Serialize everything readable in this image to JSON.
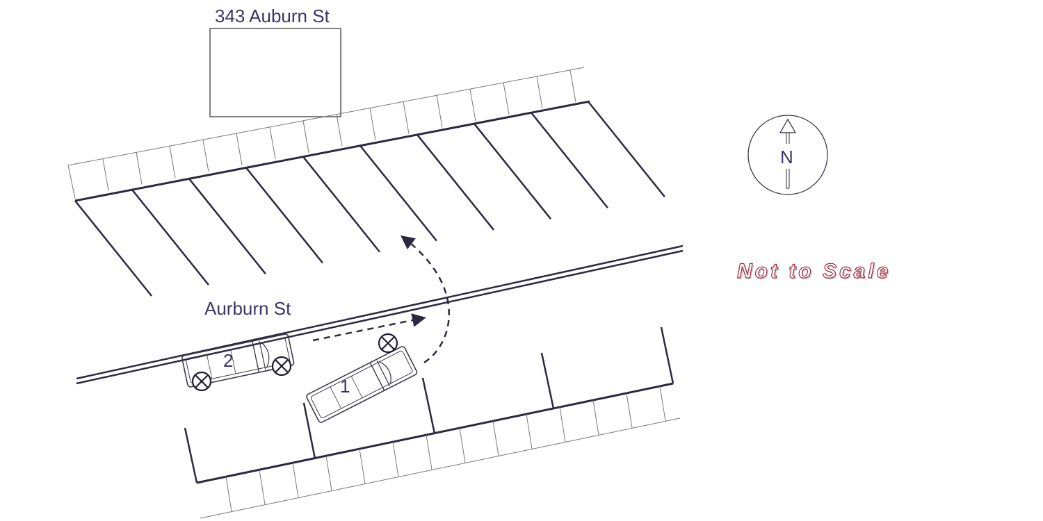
{
  "building": {
    "label": "343 Auburn St"
  },
  "street": {
    "label": "Aurburn St"
  },
  "vehicles": [
    {
      "id": "1",
      "label": "1"
    },
    {
      "id": "2",
      "label": "2"
    }
  ],
  "compass": {
    "label": "N"
  },
  "scale_note": "Not to Scale",
  "colors": {
    "ink": "#2b2840",
    "label": "#3b3466",
    "scale_text": "#a4243b"
  },
  "icons": [
    "north-arrow-icon",
    "impact-point-icon",
    "path-arrow-icon"
  ]
}
